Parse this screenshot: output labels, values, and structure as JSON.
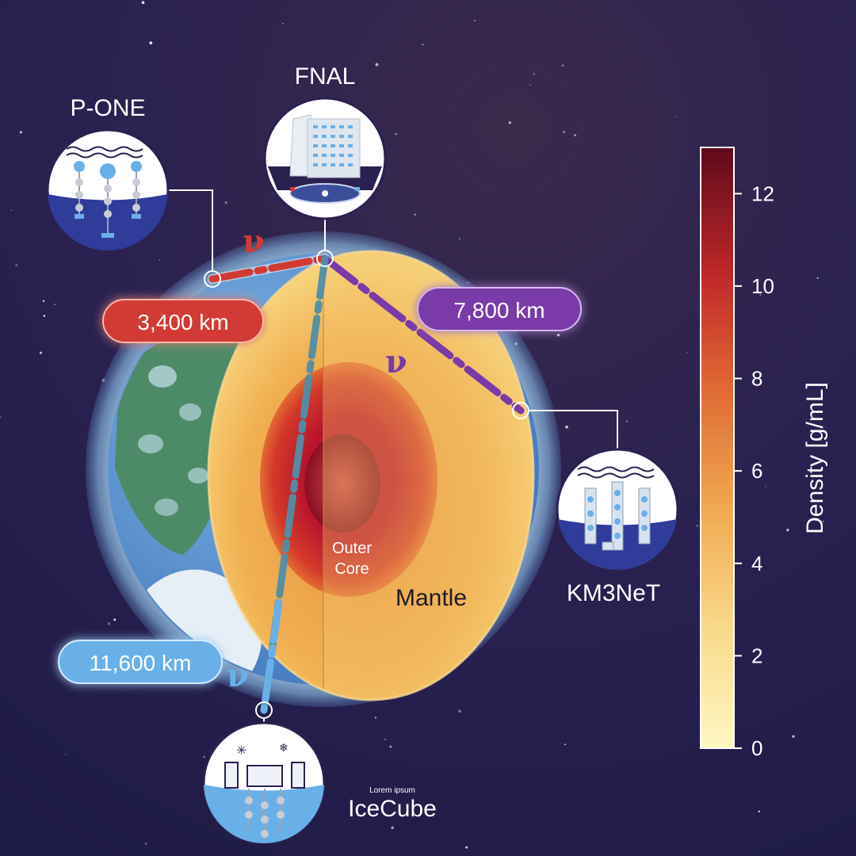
{
  "detectors": {
    "fnal": "FNAL",
    "pone": "P-ONE",
    "km3net": "KM3NeT",
    "icecube": "IceCube",
    "icecube_small": "Lorem ipsum"
  },
  "baselines": {
    "pone": "3,400 km",
    "km3net": "7,800 km",
    "icecube": "11,600 km"
  },
  "neutrino_symbol": "ν",
  "earth_layers": {
    "outer_core": [
      "Outer",
      "Core"
    ],
    "mantle": "Mantle"
  },
  "colorbar": {
    "label": "Density [g/mL]",
    "min": 0,
    "max": 13,
    "ticks": [
      0,
      2,
      4,
      6,
      8,
      10,
      12
    ],
    "colors": [
      "#fff7c2",
      "#f7c264",
      "#e98a3e",
      "#d2402a",
      "#a8102a",
      "#5f0a1c"
    ]
  },
  "colors": {
    "pone_route": "#d23a34",
    "km3net_route": "#7a3aa8",
    "icecube_route": "#6ab0e8",
    "background_top": "#1f1a44",
    "background_bottom": "#2c2153"
  }
}
